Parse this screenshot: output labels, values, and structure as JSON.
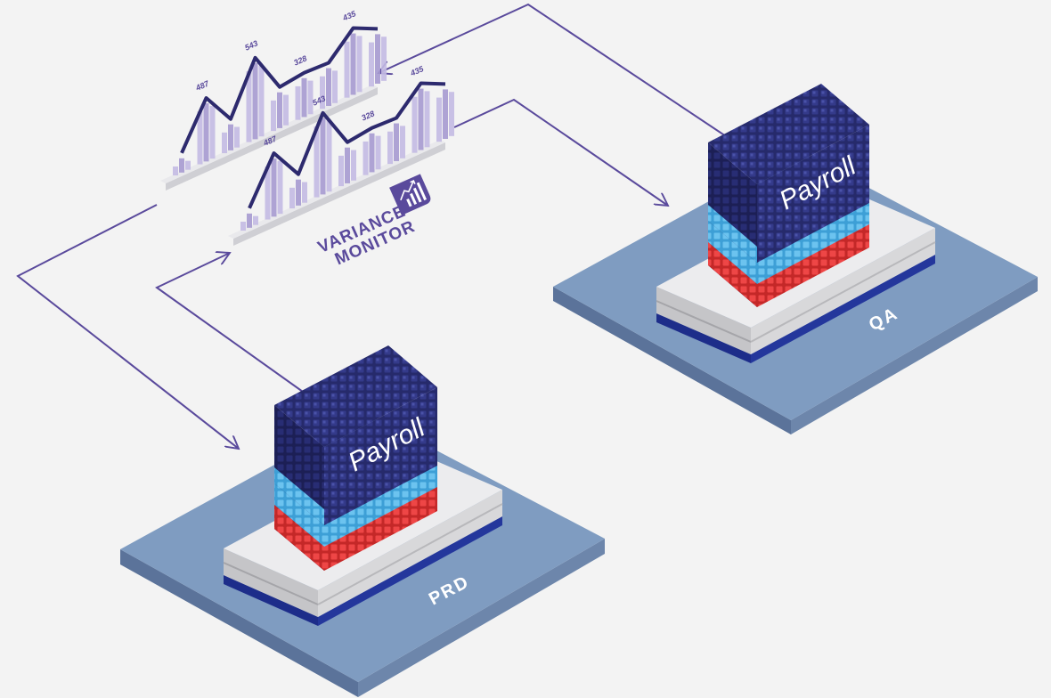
{
  "environments": {
    "prd": {
      "label": "PRD",
      "module": "Payroll"
    },
    "qa": {
      "label": "QA",
      "module": "Payroll"
    }
  },
  "brand": {
    "line1": "VARIANCE",
    "line2": "MONITOR",
    "icon": "bar-chart-trend-icon"
  },
  "chart_data": [
    {
      "type": "line",
      "values": [
        487,
        543,
        328,
        435
      ],
      "labels": [
        "487",
        "543",
        "328",
        "435"
      ]
    },
    {
      "type": "line",
      "values": [
        487,
        543,
        328,
        435
      ],
      "labels": [
        "487",
        "543",
        "328",
        "435"
      ]
    }
  ],
  "colors": {
    "background": "#f3f3f3",
    "platform": "#7f9cc1",
    "server_dark": "#2b2f74",
    "server_light": "#4fb0e4",
    "server_red": "#e53838",
    "accent": "#5a4a9c"
  }
}
